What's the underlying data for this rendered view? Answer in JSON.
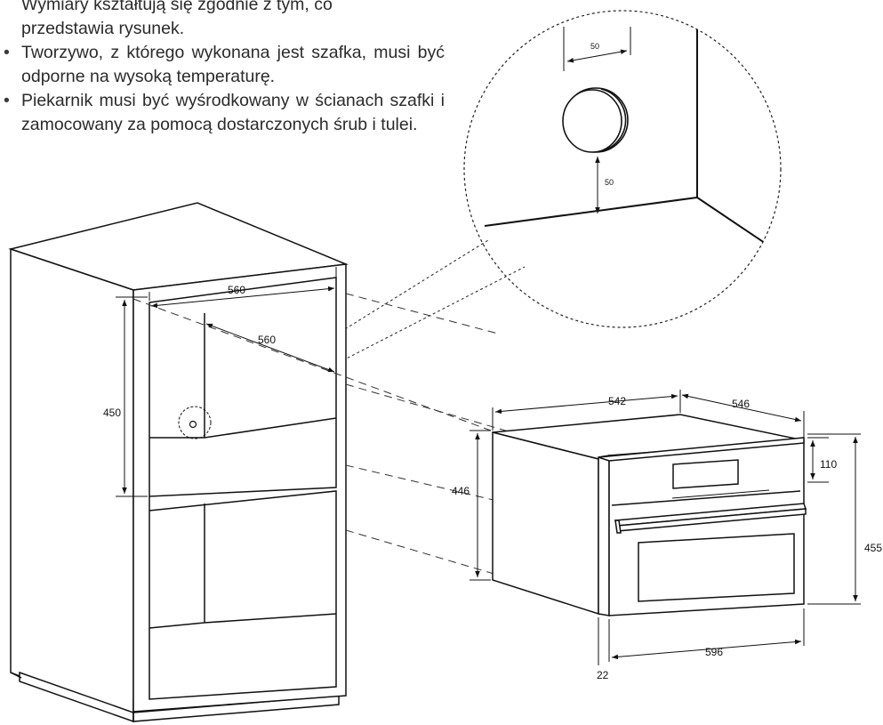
{
  "instructions": {
    "line_partial": "Wymiary kształtują się zgodnie z tym, co",
    "line_partial_tail": "przedstawia rysunek.",
    "bullets": [
      "Tworzywo, z którego wykonana jest szafka, musi być odporne na wysoką temperaturę.",
      "Piekarnik musi być wyśrodkowany w ścianach szafki i zamocowany za pomocą dostarczonych śrub i tulei."
    ]
  },
  "detail": {
    "hole_offset_horizontal": "50",
    "hole_offset_vertical": "50"
  },
  "cabinet": {
    "niche_width": "560",
    "niche_depth": "560",
    "niche_height": "450"
  },
  "oven": {
    "body_width": "542",
    "body_depth": "546",
    "body_height": "446",
    "front_width": "596",
    "panel_height": "110",
    "front_height": "455",
    "front_thickness": "22"
  }
}
